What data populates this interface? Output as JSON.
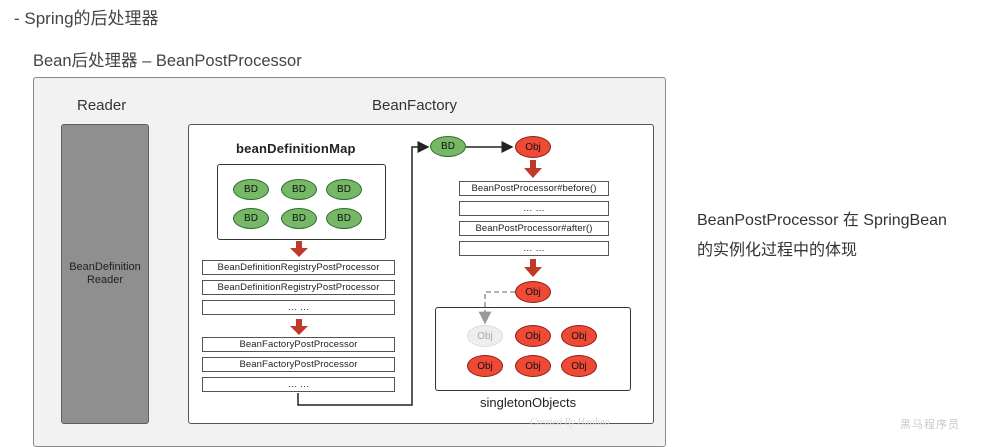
{
  "header": {
    "section_title": "- Spring的后处理器",
    "subtitle": "Bean后处理器 – BeanPostProcessor"
  },
  "diagram": {
    "reader_title": "Reader",
    "reader_component": "BeanDefinitionReader",
    "factory_title": "BeanFactory",
    "map_title": "beanDefinitionMap",
    "bd_label": "BD",
    "bd_items": [
      "BD",
      "BD",
      "BD",
      "BD",
      "BD",
      "BD"
    ],
    "registry_processors": [
      "BeanDefinitionRegistryPostProcessor",
      "BeanDefinitionRegistryPostProcessor",
      "… …"
    ],
    "factory_processors": [
      "BeanFactoryPostProcessor",
      "BeanFactoryPostProcessor",
      "… …"
    ],
    "flow_bd": "BD",
    "flow_obj": "Obj",
    "bean_post_processors": [
      "BeanPostProcessor#before()",
      "… …",
      "BeanPostProcessor#after()",
      "… …"
    ],
    "result_obj": "Obj",
    "singleton_title": "singletonObjects",
    "singleton_items": [
      "Obj",
      "Obj",
      "Obj",
      "Obj",
      "Obj",
      "Obj"
    ],
    "watermark": "Created By Haohao"
  },
  "side_note": {
    "line1": "BeanPostProcessor 在 SpringBean",
    "line2": "的实例化过程中的体现"
  },
  "corner_watermark": "黑马程序员",
  "colors": {
    "bd_fill": "#75b866",
    "obj_fill": "#ee4a36",
    "arrow_red": "#c0392b",
    "reader_fill": "#8f8f8f"
  }
}
